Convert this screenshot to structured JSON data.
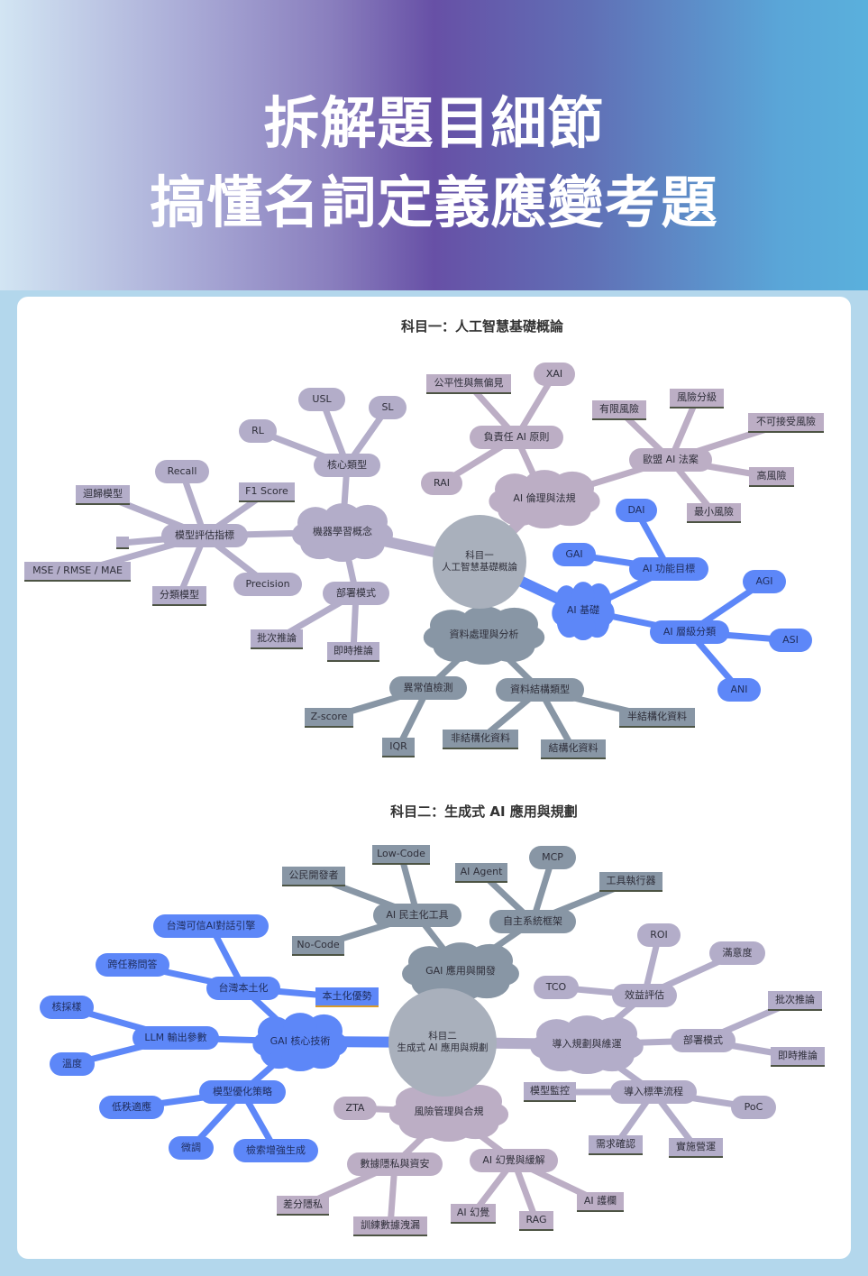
{
  "header": {
    "line1": "拆解題目細節",
    "line2": "搞懂名詞定義應變考題"
  },
  "colors": {
    "lilac": "#b3adc9",
    "mauve": "#bcaec5",
    "blue": "#5d87f8",
    "slate": "#8896a5",
    "center": "#a9b0bc"
  },
  "maps": [
    {
      "title": "科目一：人工智慧基礎概論",
      "nodes": [
        {
          "id": "c1",
          "label": "科目一\n人工智慧基礎概論",
          "group": "center",
          "shape": "circle"
        },
        {
          "id": "ml",
          "label": "機器學習概念",
          "group": "lilac",
          "shape": "cloud",
          "parent": "c1"
        },
        {
          "id": "core",
          "label": "核心類型",
          "group": "lilac",
          "shape": "pill",
          "parent": "ml"
        },
        {
          "id": "rl",
          "label": "RL",
          "group": "lilac",
          "shape": "pill",
          "parent": "core"
        },
        {
          "id": "usl",
          "label": "USL",
          "group": "lilac",
          "shape": "pill",
          "parent": "core"
        },
        {
          "id": "sl",
          "label": "SL",
          "group": "lilac",
          "shape": "pill",
          "parent": "core"
        },
        {
          "id": "eval",
          "label": "模型評估指標",
          "group": "lilac",
          "shape": "pill",
          "parent": "ml"
        },
        {
          "id": "recall",
          "label": "Recall",
          "group": "lilac",
          "shape": "pill",
          "parent": "eval"
        },
        {
          "id": "reg",
          "label": "迴歸模型",
          "group": "lilac",
          "shape": "rect",
          "parent": "eval"
        },
        {
          "id": "f1",
          "label": "F1 Score",
          "group": "lilac",
          "shape": "rect",
          "parent": "eval"
        },
        {
          "id": "blank",
          "label": "",
          "group": "lilac",
          "shape": "rect",
          "parent": "eval"
        },
        {
          "id": "mse",
          "label": "MSE / RMSE / MAE",
          "group": "lilac",
          "shape": "rect",
          "parent": "eval"
        },
        {
          "id": "cls",
          "label": "分類模型",
          "group": "lilac",
          "shape": "rect",
          "parent": "eval"
        },
        {
          "id": "prec",
          "label": "Precision",
          "group": "lilac",
          "shape": "pill",
          "parent": "eval"
        },
        {
          "id": "dep1",
          "label": "部署模式",
          "group": "lilac",
          "shape": "pill",
          "parent": "ml"
        },
        {
          "id": "batch1",
          "label": "批次推論",
          "group": "lilac",
          "shape": "rect",
          "parent": "dep1"
        },
        {
          "id": "rt1",
          "label": "即時推論",
          "group": "lilac",
          "shape": "rect",
          "parent": "dep1"
        },
        {
          "id": "eth",
          "label": "AI 倫理與法規",
          "group": "mauve",
          "shape": "cloud",
          "parent": "c1"
        },
        {
          "id": "rai",
          "label": "負責任 AI 原則",
          "group": "mauve",
          "shape": "pill",
          "parent": "eth"
        },
        {
          "id": "fair",
          "label": "公平性與無偏見",
          "group": "mauve",
          "shape": "rect",
          "parent": "rai"
        },
        {
          "id": "xai",
          "label": "XAI",
          "group": "mauve",
          "shape": "pill",
          "parent": "rai"
        },
        {
          "id": "raib",
          "label": "RAI",
          "group": "mauve",
          "shape": "pill",
          "parent": "rai"
        },
        {
          "id": "eu",
          "label": "歐盟 AI 法案",
          "group": "mauve",
          "shape": "pill",
          "parent": "eth"
        },
        {
          "id": "lim",
          "label": "有限風險",
          "group": "mauve",
          "shape": "rect",
          "parent": "eu"
        },
        {
          "id": "lvl",
          "label": "風險分級",
          "group": "mauve",
          "shape": "rect",
          "parent": "eu"
        },
        {
          "id": "unacc",
          "label": "不可接受風險",
          "group": "mauve",
          "shape": "rect",
          "parent": "eu"
        },
        {
          "id": "high",
          "label": "高風險",
          "group": "mauve",
          "shape": "rect",
          "parent": "eu"
        },
        {
          "id": "min",
          "label": "最小風險",
          "group": "mauve",
          "shape": "rect",
          "parent": "eu"
        },
        {
          "id": "aib",
          "label": "AI 基礎",
          "group": "blue",
          "shape": "cloud",
          "parent": "c1"
        },
        {
          "id": "func",
          "label": "AI 功能目標",
          "group": "blue",
          "shape": "pill",
          "parent": "aib"
        },
        {
          "id": "dai",
          "label": "DAI",
          "group": "blue",
          "shape": "pill",
          "parent": "func"
        },
        {
          "id": "gai",
          "label": "GAI",
          "group": "blue",
          "shape": "pill",
          "parent": "func"
        },
        {
          "id": "tier",
          "label": "AI 層級分類",
          "group": "blue",
          "shape": "pill",
          "parent": "aib"
        },
        {
          "id": "agi",
          "label": "AGI",
          "group": "blue",
          "shape": "pill",
          "parent": "tier"
        },
        {
          "id": "asi",
          "label": "ASI",
          "group": "blue",
          "shape": "pill",
          "parent": "tier"
        },
        {
          "id": "ani",
          "label": "ANI",
          "group": "blue",
          "shape": "pill",
          "parent": "tier"
        },
        {
          "id": "data",
          "label": "資料處理與分析",
          "group": "slate",
          "shape": "cloud",
          "parent": "c1"
        },
        {
          "id": "outl",
          "label": "異常值檢測",
          "group": "slate",
          "shape": "pill",
          "parent": "data"
        },
        {
          "id": "z",
          "label": "Z-score",
          "group": "slate",
          "shape": "rect",
          "parent": "outl"
        },
        {
          "id": "iqr",
          "label": "IQR",
          "group": "slate",
          "shape": "rect",
          "parent": "outl"
        },
        {
          "id": "dstr",
          "label": "資料結構類型",
          "group": "slate",
          "shape": "pill",
          "parent": "data"
        },
        {
          "id": "unstr",
          "label": "非結構化資料",
          "group": "slate",
          "shape": "rect",
          "parent": "dstr"
        },
        {
          "id": "str",
          "label": "結構化資料",
          "group": "slate",
          "shape": "rect",
          "parent": "dstr"
        },
        {
          "id": "semi",
          "label": "半結構化資料",
          "group": "slate",
          "shape": "rect",
          "parent": "dstr"
        }
      ]
    },
    {
      "title": "科目二：生成式 AI 應用與規劃",
      "nodes": [
        {
          "id": "c2",
          "label": "科目二\n生成式 AI 應用與規劃",
          "group": "center",
          "shape": "circle"
        },
        {
          "id": "app",
          "label": "GAI 應用與開發",
          "group": "slate",
          "shape": "cloud",
          "parent": "c2"
        },
        {
          "id": "demo",
          "label": "AI 民主化工具",
          "group": "slate",
          "shape": "pill",
          "parent": "app"
        },
        {
          "id": "low",
          "label": "Low-Code",
          "group": "slate",
          "shape": "rect",
          "parent": "demo"
        },
        {
          "id": "cit",
          "label": "公民開發者",
          "group": "slate",
          "shape": "rect",
          "parent": "demo"
        },
        {
          "id": "no",
          "label": "No-Code",
          "group": "slate",
          "shape": "rect",
          "parent": "demo"
        },
        {
          "id": "auto",
          "label": "自主系統框架",
          "group": "slate",
          "shape": "pill",
          "parent": "app"
        },
        {
          "id": "agent",
          "label": "AI Agent",
          "group": "slate",
          "shape": "rect",
          "parent": "auto"
        },
        {
          "id": "mcp",
          "label": "MCP",
          "group": "slate",
          "shape": "pill",
          "parent": "auto"
        },
        {
          "id": "tool",
          "label": "工具執行器",
          "group": "slate",
          "shape": "rect",
          "parent": "auto"
        },
        {
          "id": "tech",
          "label": "GAI 核心技術",
          "group": "blue",
          "shape": "cloud",
          "parent": "c2"
        },
        {
          "id": "tw",
          "label": "台灣本土化",
          "group": "blue",
          "shape": "pill",
          "parent": "tech"
        },
        {
          "id": "taide",
          "label": "台灣可信AI對話引擎",
          "group": "blue",
          "shape": "pill",
          "parent": "tw"
        },
        {
          "id": "qa",
          "label": "跨任務問答",
          "group": "blue",
          "shape": "pill",
          "parent": "tw"
        },
        {
          "id": "adv",
          "label": "本土化優勢",
          "group": "blue",
          "shape": "rect",
          "parent": "tw"
        },
        {
          "id": "llm",
          "label": "LLM 輸出參數",
          "group": "blue",
          "shape": "pill",
          "parent": "tech"
        },
        {
          "id": "topp",
          "label": "核採樣",
          "group": "blue",
          "shape": "pill",
          "parent": "llm"
        },
        {
          "id": "temp",
          "label": "溫度",
          "group": "blue",
          "shape": "pill",
          "parent": "llm"
        },
        {
          "id": "opt",
          "label": "模型優化策略",
          "group": "blue",
          "shape": "pill",
          "parent": "tech"
        },
        {
          "id": "lora",
          "label": "低秩適應",
          "group": "blue",
          "shape": "pill",
          "parent": "opt"
        },
        {
          "id": "ft",
          "label": "微調",
          "group": "blue",
          "shape": "pill",
          "parent": "opt"
        },
        {
          "id": "rag2",
          "label": "檢索增強生成",
          "group": "blue",
          "shape": "pill",
          "parent": "opt"
        },
        {
          "id": "ops",
          "label": "導入規劃與維運",
          "group": "lilac",
          "shape": "cloud",
          "parent": "c2"
        },
        {
          "id": "ben",
          "label": "效益評估",
          "group": "lilac",
          "shape": "pill",
          "parent": "ops"
        },
        {
          "id": "tco",
          "label": "TCO",
          "group": "lilac",
          "shape": "pill",
          "parent": "ben"
        },
        {
          "id": "roi",
          "label": "ROI",
          "group": "lilac",
          "shape": "pill",
          "parent": "ben"
        },
        {
          "id": "sat",
          "label": "滿意度",
          "group": "lilac",
          "shape": "pill",
          "parent": "ben"
        },
        {
          "id": "dep2",
          "label": "部署模式",
          "group": "lilac",
          "shape": "pill",
          "parent": "ops"
        },
        {
          "id": "batch2",
          "label": "批次推論",
          "group": "lilac",
          "shape": "rect",
          "parent": "dep2"
        },
        {
          "id": "rt2",
          "label": "即時推論",
          "group": "lilac",
          "shape": "rect",
          "parent": "dep2"
        },
        {
          "id": "std",
          "label": "導入標準流程",
          "group": "lilac",
          "shape": "pill",
          "parent": "ops"
        },
        {
          "id": "mon",
          "label": "模型監控",
          "group": "lilac",
          "shape": "rect",
          "parent": "std"
        },
        {
          "id": "poc",
          "label": "PoC",
          "group": "lilac",
          "shape": "pill",
          "parent": "std"
        },
        {
          "id": "req",
          "label": "需求確認",
          "group": "lilac",
          "shape": "rect",
          "parent": "std"
        },
        {
          "id": "run",
          "label": "實施營運",
          "group": "lilac",
          "shape": "rect",
          "parent": "std"
        },
        {
          "id": "risk",
          "label": "風險管理與合規",
          "group": "mauve",
          "shape": "cloud",
          "parent": "c2"
        },
        {
          "id": "zta",
          "label": "ZTA",
          "group": "mauve",
          "shape": "pill",
          "parent": "risk"
        },
        {
          "id": "priv",
          "label": "數據隱私與資安",
          "group": "mauve",
          "shape": "pill",
          "parent": "risk"
        },
        {
          "id": "dp",
          "label": "差分隱私",
          "group": "mauve",
          "shape": "rect",
          "parent": "priv"
        },
        {
          "id": "leak",
          "label": "訓練數據洩漏",
          "group": "mauve",
          "shape": "rect",
          "parent": "priv"
        },
        {
          "id": "hal",
          "label": "AI 幻覺與緩解",
          "group": "mauve",
          "shape": "pill",
          "parent": "risk"
        },
        {
          "id": "hal1",
          "label": "AI 幻覺",
          "group": "mauve",
          "shape": "rect",
          "parent": "hal"
        },
        {
          "id": "rag",
          "label": "RAG",
          "group": "mauve",
          "shape": "rect",
          "parent": "hal"
        },
        {
          "id": "guard",
          "label": "AI 護欄",
          "group": "mauve",
          "shape": "rect",
          "parent": "hal"
        }
      ]
    }
  ]
}
